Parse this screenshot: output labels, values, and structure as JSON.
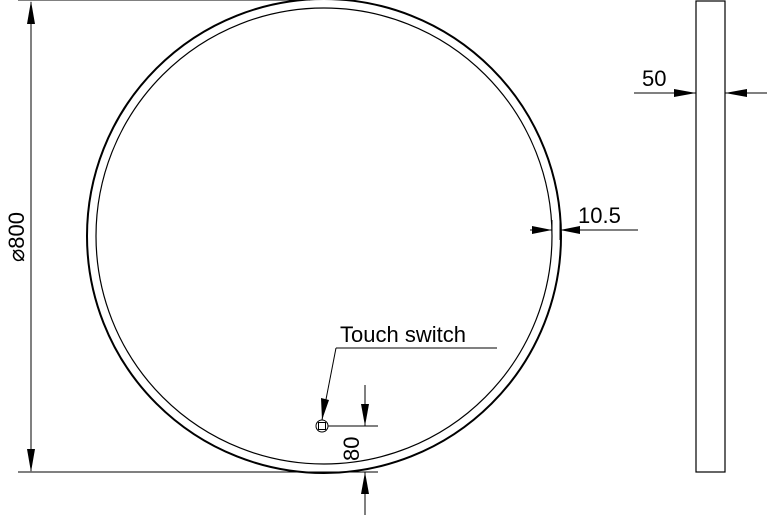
{
  "drawing": {
    "diameter_label": "⌀800",
    "frame_width_label": "10.5",
    "depth_label": "50",
    "switch_label": "Touch switch",
    "switch_offset_label": "80"
  }
}
